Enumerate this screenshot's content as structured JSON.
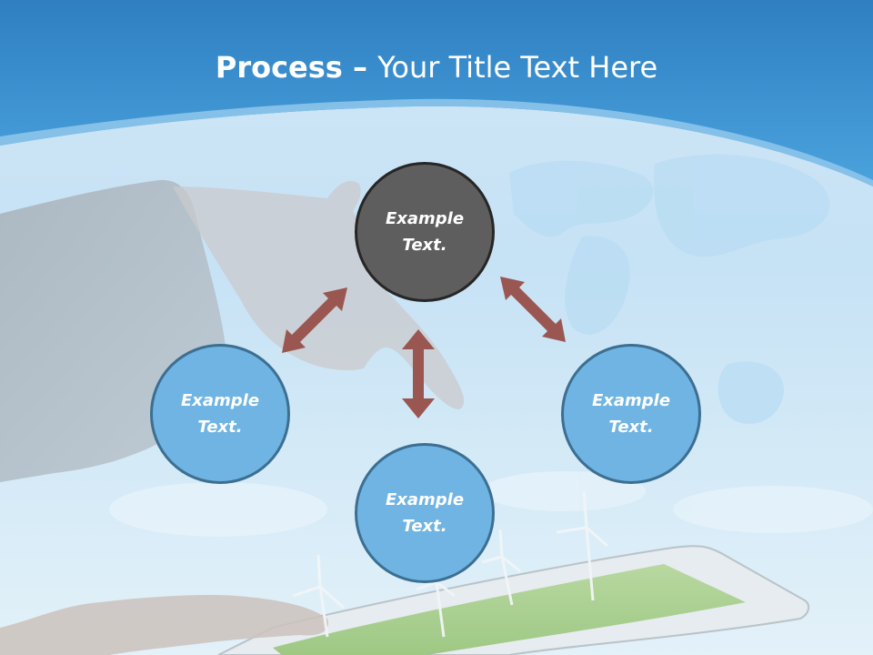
{
  "title": {
    "bold": "Process",
    "separator": " – ",
    "rest": "Your Title Text Here"
  },
  "nodes": [
    {
      "id": "top",
      "label": "Example\nText.",
      "style": "dark"
    },
    {
      "id": "left",
      "label": "Example\nText.",
      "style": "light"
    },
    {
      "id": "right",
      "label": "Example\nText.",
      "style": "light"
    },
    {
      "id": "bottom",
      "label": "Example\nText.",
      "style": "light"
    }
  ],
  "colors": {
    "header_blue": "#3d92d4",
    "dark_node": "#5e5e5e",
    "light_node": "#6fb4e2",
    "arrow": "#9a5650"
  }
}
